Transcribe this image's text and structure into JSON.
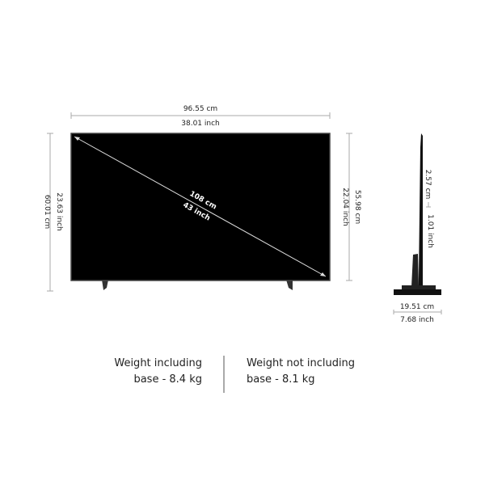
{
  "front_view": {
    "width_cm": "96.55 cm",
    "width_inch": "38.01 inch",
    "height_with_stand_cm": "60.01 cm",
    "height_with_stand_inch": "23.63 inch",
    "height_cm": "55.98 cm",
    "height_inch": "22.04 inch",
    "diagonal_cm": "108 cm",
    "diagonal_inch": "43 inch"
  },
  "side_view": {
    "depth_cm": "2.57 cm",
    "depth_inch": "1.01 inch",
    "stand_depth_cm": "19.51 cm",
    "stand_depth_inch": "7.68 inch"
  },
  "weights": {
    "with_base_line1": "Weight including",
    "with_base_line2": "base - 8.4 kg",
    "without_base_line1": "Weight not including",
    "without_base_line2": "base - 8.1 kg"
  }
}
